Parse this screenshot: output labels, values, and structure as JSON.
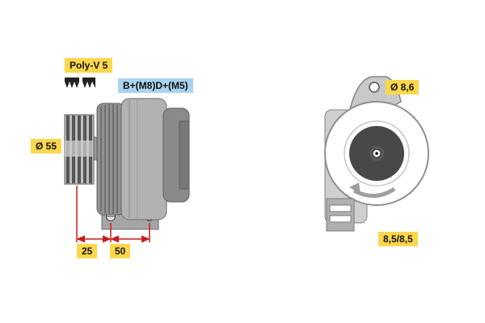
{
  "labels": {
    "belt_type": "Poly-V 5",
    "terminals": "B+(M8)D+(M5)",
    "pulley_diameter": "Ø 55",
    "dim_25": "25",
    "dim_50": "50",
    "hole_diameter": "Ø 8,6",
    "mounting_slots": "8,5/8,5"
  },
  "colors": {
    "label_yellow": "#fcd74b",
    "label_blue": "#a9d3f0",
    "dimension_red": "#cc1a1a",
    "body_gray": "#b2b2b2",
    "dark_gray": "#484848",
    "background": "#ffffff"
  }
}
